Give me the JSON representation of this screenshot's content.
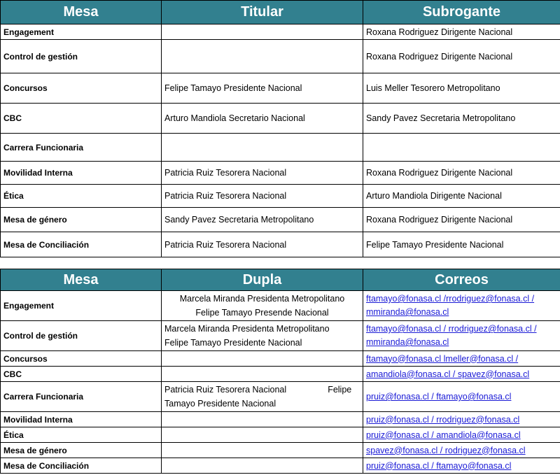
{
  "table1": {
    "headers": [
      "Mesa",
      "Titular",
      "Subrogante"
    ],
    "rows": [
      {
        "mesa": "Engagement",
        "titular": "",
        "subrogante": " Roxana Rodriguez  Dirigente Nacional"
      },
      {
        "mesa": "Control de gestión",
        "titular": "",
        "subrogante": " Roxana Rodriguez  Dirigente Nacional"
      },
      {
        "mesa": "Concursos",
        "titular": "Felipe Tamayo  Presidente Nacional",
        "subrogante": "Luis Meller Tesorero Metropolitano"
      },
      {
        "mesa": "CBC",
        "titular": "Arturo Mandiola  Secretario Nacional",
        "subrogante": "Sandy Pavez  Secretaria Metropolitano"
      },
      {
        "mesa": "Carrera Funcionaria",
        "titular": "",
        "subrogante": ""
      },
      {
        "mesa": "Movilidad Interna",
        "titular": "Patricia Ruiz  Tesorera Nacional",
        "subrogante": " Roxana Rodriguez  Dirigente Nacional"
      },
      {
        "mesa": "Ética",
        "titular": "Patricia Ruiz  Tesorera Nacional",
        "subrogante": "Arturo Mandiola  Dirigente Nacional"
      },
      {
        "mesa": "Mesa de género",
        "titular": "Sandy Pavez Secretaria Metropolitano",
        "subrogante": " Roxana Rodriguez  Dirigente Nacional"
      },
      {
        "mesa": "Mesa de Conciliación",
        "titular": "Patricia Ruiz  Tesorera Nacional",
        "subrogante": "Felipe Tamayo  Presidente Nacional"
      }
    ]
  },
  "table2": {
    "headers": [
      "Mesa",
      "Dupla",
      "Correos"
    ],
    "rows": [
      {
        "mesa": "Engagement",
        "dupla1": "Marcela Miranda Presidenta Metropolitano",
        "dupla2": "Felipe Tamayo Presende Nacional",
        "correo1": "ftamayo@fonasa.cl /rrodriguez@fonasa.cl /",
        "correo2": "mmiranda@fonasa.cl"
      },
      {
        "mesa": "Control de gestión",
        "dupla1": "Marcela Miranda Presidenta Metropolitano",
        "dupla2": "Felipe Tamayo Presidente Nacional",
        "correo1": "ftamayo@fonasa.cl  /  rrodriguez@fonasa.cl  /",
        "correo2": "mmiranda@fonasa.cl"
      },
      {
        "mesa": "Concursos",
        "dupla1": "",
        "dupla2": "",
        "correo1": " ftamayo@fonasa.cl  lmeller@fonasa.cl  /",
        "correo2": ""
      },
      {
        "mesa": "CBC",
        "dupla1": "",
        "dupla2": "",
        "correo1": "amandiola@fonasa.cl  /  spavez@fonasa.cl",
        "correo2": ""
      },
      {
        "mesa": "Carrera Funcionaria",
        "dupla1": "Patricia Ruiz Tesorera Nacional                 Felipe",
        "dupla2": "Tamayo Presidente Nacional",
        "correo1": "pruiz@fonasa.cl  /  ftamayo@fonasa.cl",
        "correo2": ""
      },
      {
        "mesa": "Movilidad Interna",
        "dupla1": "",
        "dupla2": "",
        "correo1": "pruiz@fonasa.cl  /  rrodriguez@fonasa.cl",
        "correo2": ""
      },
      {
        "mesa": "Ética",
        "dupla1": "",
        "dupla2": "",
        "correo1": "pruiz@fonasa.cl  /  amandiola@fonasa.cl",
        "correo2": ""
      },
      {
        "mesa": "Mesa de género",
        "dupla1": "",
        "dupla2": "",
        "correo1": "spavez@fonasa.cl    /  rodriguez@fonasa.cl",
        "correo2": ""
      },
      {
        "mesa": "Mesa de Conciliación",
        "dupla1": "",
        "dupla2": "",
        "correo1": "pruiz@fonasa.cl /  ftamayo@fonasa.cl",
        "correo2": ""
      }
    ]
  },
  "colors": {
    "header_bg": "#32808f",
    "header_text": "#ffffff",
    "link": "#1a1ad6"
  }
}
